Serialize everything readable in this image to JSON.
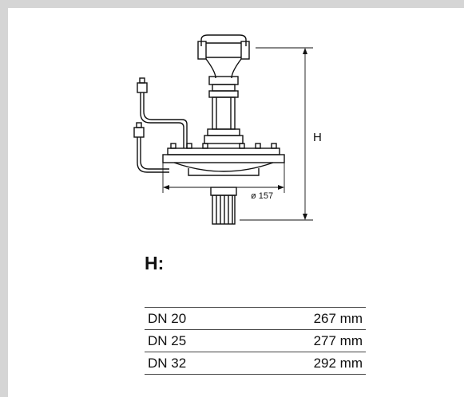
{
  "drawing": {
    "height_label": "H",
    "diameter_label": "ø 157"
  },
  "heading": "H:",
  "table": {
    "rows": [
      {
        "size": "DN 20",
        "height": "267 mm"
      },
      {
        "size": "DN 25",
        "height": "277 mm"
      },
      {
        "size": "DN 32",
        "height": "292 mm"
      }
    ]
  }
}
